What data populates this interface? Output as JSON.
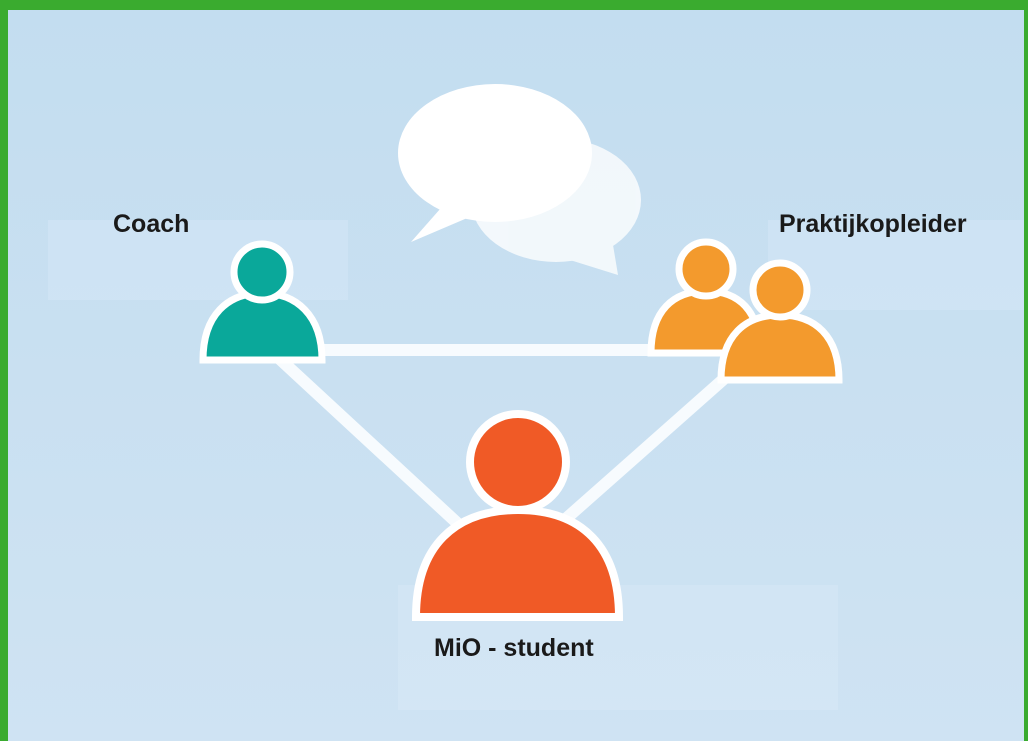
{
  "roles": {
    "coach": "Coach",
    "praktijkopleider": "Praktijkopleider",
    "student": "MiO - student"
  },
  "colors": {
    "border": "#3aab2f",
    "coach": "#0aa89a",
    "praktijkopleider": "#f39a2d",
    "student": "#f05a26",
    "connector": "#f7fbfe"
  },
  "icons": [
    "speech-bubbles-icon",
    "coach-person-icon",
    "praktijkopleider-person-icon",
    "student-person-icon"
  ]
}
